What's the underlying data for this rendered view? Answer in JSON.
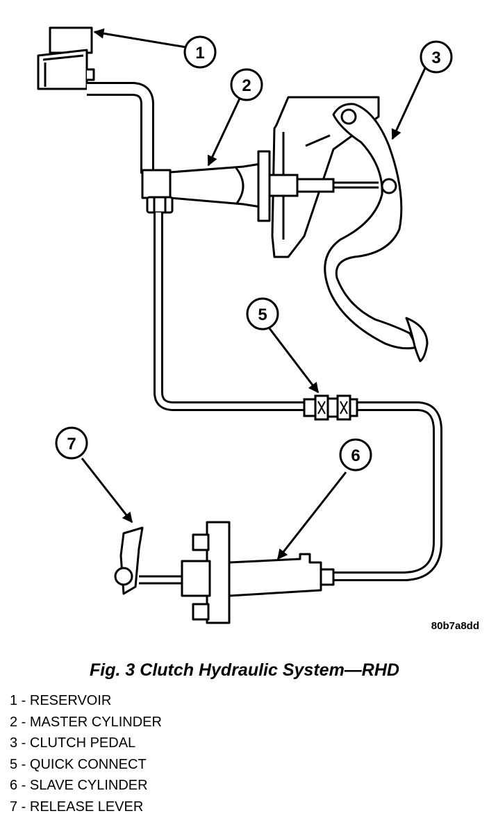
{
  "figure": {
    "id": "80b7a8dd",
    "caption": "Fig. 3 Clutch Hydraulic System—RHD"
  },
  "callouts": [
    "1",
    "2",
    "3",
    "5",
    "6",
    "7"
  ],
  "legend": [
    "1 - RESERVOIR",
    "2 - MASTER CYLINDER",
    "3 - CLUTCH PEDAL",
    "5 - QUICK CONNECT",
    "6 - SLAVE CYLINDER",
    "7 - RELEASE LEVER"
  ]
}
